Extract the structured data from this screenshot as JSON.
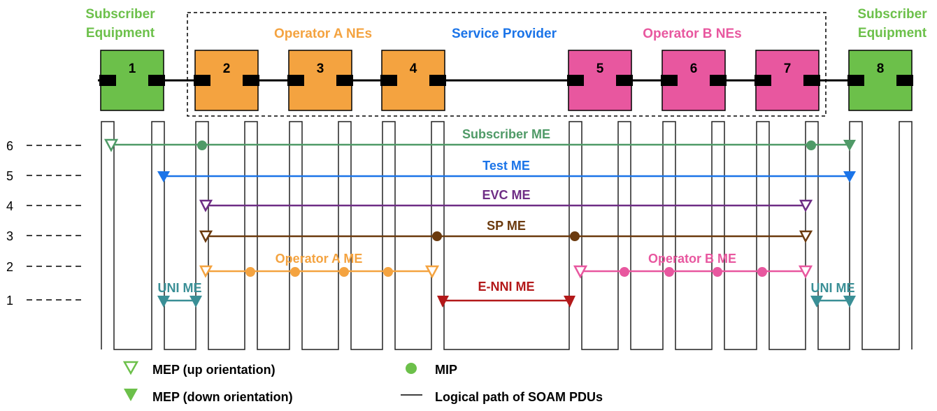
{
  "headers": {
    "subscriber_left": [
      "Subscriber",
      "Equipment"
    ],
    "subscriber_right": [
      "Subscriber",
      "Equipment"
    ],
    "operator_a": "Operator A NEs",
    "service_provider": "Service Provider",
    "operator_b": "Operator B NEs"
  },
  "nodes": [
    {
      "label": "1",
      "group": "subscriber"
    },
    {
      "label": "2",
      "group": "operator_a"
    },
    {
      "label": "3",
      "group": "operator_a"
    },
    {
      "label": "4",
      "group": "operator_a"
    },
    {
      "label": "5",
      "group": "operator_b"
    },
    {
      "label": "6",
      "group": "operator_b"
    },
    {
      "label": "7",
      "group": "operator_b"
    },
    {
      "label": "8",
      "group": "subscriber"
    }
  ],
  "levels": [
    "6",
    "5",
    "4",
    "3",
    "2",
    "1"
  ],
  "me_labels": {
    "subscriber": "Subscriber ME",
    "test": "Test ME",
    "evc": "EVC ME",
    "sp": "SP ME",
    "operator_a": "Operator A ME",
    "operator_b": "Operator B ME",
    "enni": "E-NNI ME",
    "uni_left": "UNI ME",
    "uni_right": "UNI ME"
  },
  "legend": {
    "mep_up": "MEP (up orientation)",
    "mep_down": "MEP (down orientation)",
    "mip": "MIP",
    "path": "Logical path of SOAM PDUs"
  },
  "colors": {
    "subscriber_green": "#6cc04a",
    "operator_a_orange": "#f4a340",
    "operator_b_pink": "#e8579f",
    "service_provider_blue": "#1b74e8",
    "subscriber_me": "#4f9a67",
    "test_me": "#1b74e8",
    "evc_me": "#6e2d85",
    "sp_me": "#6b3a0e",
    "operator_a_me": "#f4a340",
    "operator_b_me": "#e8579f",
    "enni_me": "#b3191a",
    "uni_me": "#3a8f96",
    "legend_green": "#6cc04a"
  }
}
